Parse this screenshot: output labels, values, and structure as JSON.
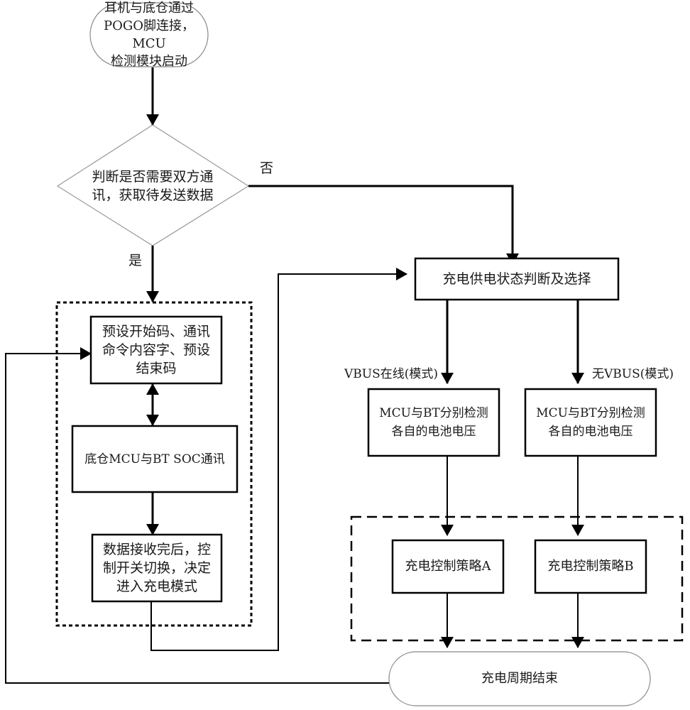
{
  "diagram": {
    "nodes": {
      "start": {
        "lines": [
          "耳机与底仓通过",
          "POGO脚连接，MCU",
          "检测模块启动"
        ]
      },
      "decision": {
        "lines": [
          "判断是否需要双方通",
          "讯，获取待发送数据"
        ]
      },
      "preset": {
        "lines": [
          "预设开始码、通讯",
          "命令内容字、预设",
          "结束码"
        ]
      },
      "comm": {
        "lines": [
          "底仓MCU与BT SOC通讯"
        ]
      },
      "data_received": {
        "lines": [
          "数据接收完后，控",
          "制开关切换，决定",
          "进入充电模式"
        ]
      },
      "power_state": {
        "lines": [
          "充电供电状态判断及选择"
        ]
      },
      "detect_a": {
        "lines": [
          "MCU与BT分别检测",
          "各自的电池电压"
        ]
      },
      "detect_b": {
        "lines": [
          "MCU与BT分别检测",
          "各自的电池电压"
        ]
      },
      "strategy_a": {
        "lines": [
          "充电控制策略A"
        ]
      },
      "strategy_b": {
        "lines": [
          "充电控制策略B"
        ]
      },
      "end": {
        "lines": [
          "充电周期结束"
        ]
      }
    },
    "edge_labels": {
      "no": "否",
      "yes": "是",
      "vbus_online": "VBUS在线(模式)",
      "no_vbus": "无VBUS(模式)"
    }
  }
}
